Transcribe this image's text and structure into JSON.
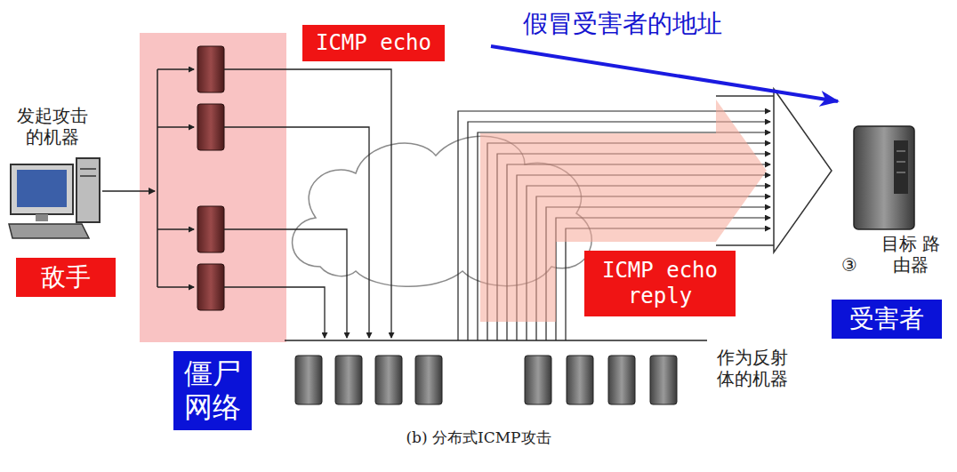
{
  "diagram": {
    "caption": "(b) 分布式ICMP攻击",
    "nodes": [
      {
        "text": [
          "ICMP echo"
        ]
      },
      {
        "text": [
          "ICMP echo reply"
        ]
      },
      {
        "text": [
          "敌手"
        ]
      },
      {
        "text": [
          "受害者"
        ]
      },
      {
        "text": [
          "僵尸 网络"
        ]
      }
    ],
    "labels": [
      "假冒受害者的地址",
      "发起攻击 的机器",
      "③",
      "目标 路由器",
      "作为反射 体的机器"
    ]
  }
}
